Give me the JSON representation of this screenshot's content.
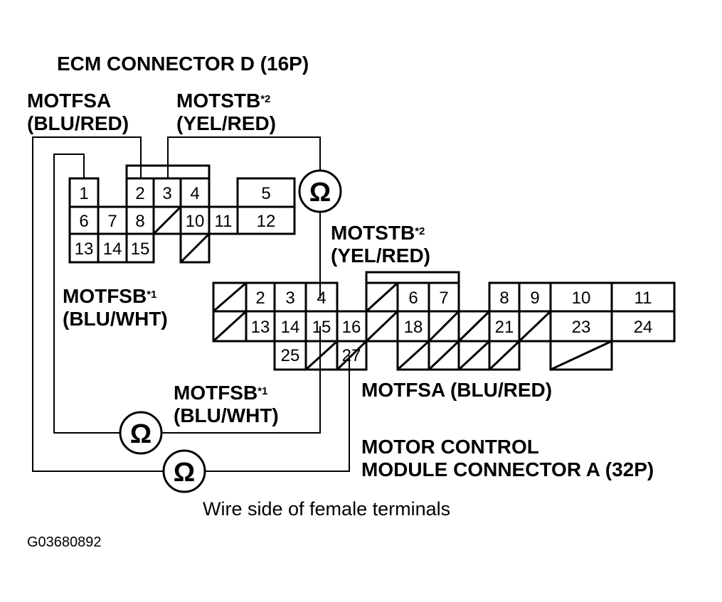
{
  "ecm_connector": {
    "title": "ECM CONNECTOR D (16P)",
    "terminals": [
      "1",
      "2",
      "3",
      "4",
      "5",
      "6",
      "7",
      "8",
      "10",
      "11",
      "12",
      "13",
      "14",
      "15"
    ]
  },
  "mcm_connector": {
    "title_line1": "MOTOR CONTROL",
    "title_line2": "MODULE CONNECTOR A (32P)",
    "terminals": [
      "2",
      "3",
      "4",
      "6",
      "7",
      "8",
      "9",
      "10",
      "11",
      "13",
      "14",
      "15",
      "16",
      "18",
      "21",
      "23",
      "24",
      "25",
      "27"
    ]
  },
  "wires": {
    "motfsa_ecm_name": "MOTFSA",
    "motfsa_ecm_color": "(BLU/RED)",
    "motstb_ecm_name": "MOTSTB",
    "motstb_ecm_mark": "*2",
    "motstb_ecm_color": "(YEL/RED)",
    "motfsb_ecm_name": "MOTFSB",
    "motfsb_ecm_mark": "*1",
    "motfsb_ecm_color": "(BLU/WHT)",
    "motstb_mcm_name": "MOTSTB",
    "motstb_mcm_mark": "*2",
    "motstb_mcm_color": "(YEL/RED)",
    "motfsb_mcm_name": "MOTFSB",
    "motfsb_mcm_mark": "*1",
    "motfsb_mcm_color": "(BLU/WHT)",
    "motfsa_mcm_label": "MOTFSA (BLU/RED)"
  },
  "ohmmeter_symbol": "Ω",
  "caption": "Wire side of female terminals",
  "figure_code": "G03680892"
}
